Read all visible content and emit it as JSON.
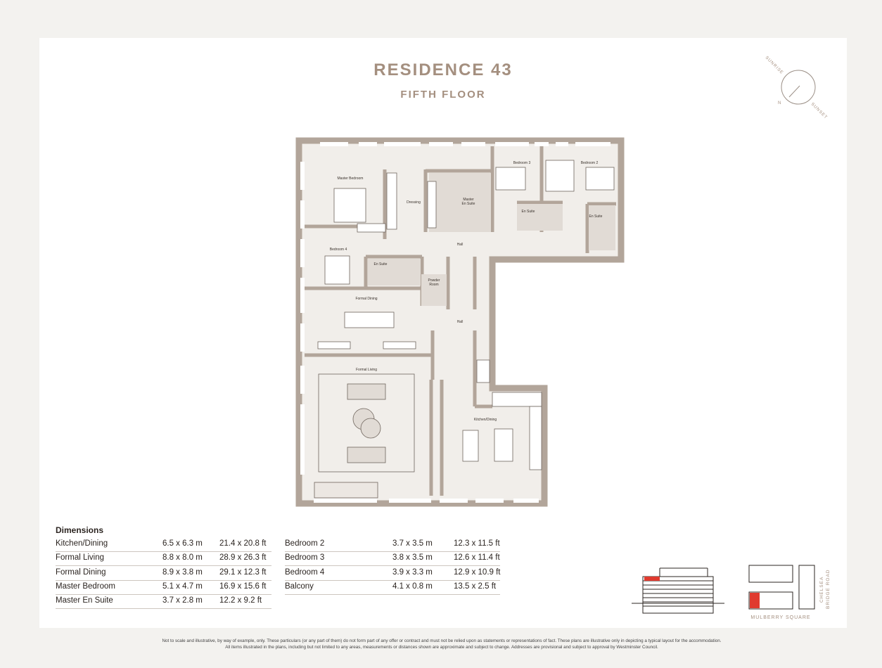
{
  "header": {
    "title": "RESIDENCE 43",
    "subtitle": "FIFTH FLOOR"
  },
  "compass": {
    "sunrise": "SUNRISE",
    "sunset": "SUNSET",
    "north": "N"
  },
  "rooms": {
    "master_bedroom": "Master Bedroom",
    "dressing": "Dressing",
    "master_en_suite_1": "Master",
    "master_en_suite_2": "En Suite",
    "bedroom_3": "Bedroom 3",
    "bedroom_2": "Bedroom 2",
    "en_suite_a": "En Suite",
    "en_suite_b": "En Suite",
    "en_suite_c": "En Suite",
    "hall_top": "Hall",
    "bedroom_4": "Bedroom 4",
    "powder_1": "Powder",
    "powder_2": "Room",
    "formal_dining": "Formal Dining",
    "hall_mid": "Hall",
    "formal_living": "Formal Living",
    "kitchen_dining": "Kitchen/Dining"
  },
  "dimensions": {
    "heading": "Dimensions",
    "left": [
      {
        "room": "Kitchen/Dining",
        "metric": "6.5 x 6.3 m",
        "imperial": "21.4 x 20.8 ft"
      },
      {
        "room": "Formal Living",
        "metric": "8.8 x 8.0 m",
        "imperial": "28.9 x 26.3 ft"
      },
      {
        "room": "Formal Dining",
        "metric": "8.9 x 3.8 m",
        "imperial": "29.1 x 12.3 ft"
      },
      {
        "room": "Master Bedroom",
        "metric": "5.1 x 4.7 m",
        "imperial": "16.9 x 15.6 ft"
      },
      {
        "room": "Master En Suite",
        "metric": "3.7 x 2.8 m",
        "imperial": "12.2 x 9.2 ft"
      }
    ],
    "right": [
      {
        "room": "Bedroom 2",
        "metric": "3.7 x 3.5 m",
        "imperial": "12.3 x 11.5 ft"
      },
      {
        "room": "Bedroom 3",
        "metric": "3.8 x 3.5 m",
        "imperial": "12.6 x 11.4 ft"
      },
      {
        "room": "Bedroom 4",
        "metric": "3.9 x 3.3 m",
        "imperial": "12.9 x 10.9 ft"
      },
      {
        "room": "Balcony",
        "metric": "4.1 x 0.8 m",
        "imperial": "13.5 x 2.5 ft"
      }
    ]
  },
  "location": {
    "square": "MULBERRY SQUARE",
    "road": "CHELSEA BRIDGE ROAD"
  },
  "disclaimer": "Not to scale and illustrative, by way of example, only. These particulars (or any part of them) do not form part of any offer or contract and must not be relied upon as statements or representations of fact. These plans are illustrative only in depicting a typical layout for the accommodation. All items illustrated in the plans, including but not limited to any areas, measurements or distances shown are approximate and subject to change. Addresses are provisional and subject to approval by Westminster Council.",
  "colors": {
    "accent": "#a48f7f",
    "wall": "#b2a59a",
    "floor": "#f1eeea",
    "highlight": "#e03a2f"
  }
}
